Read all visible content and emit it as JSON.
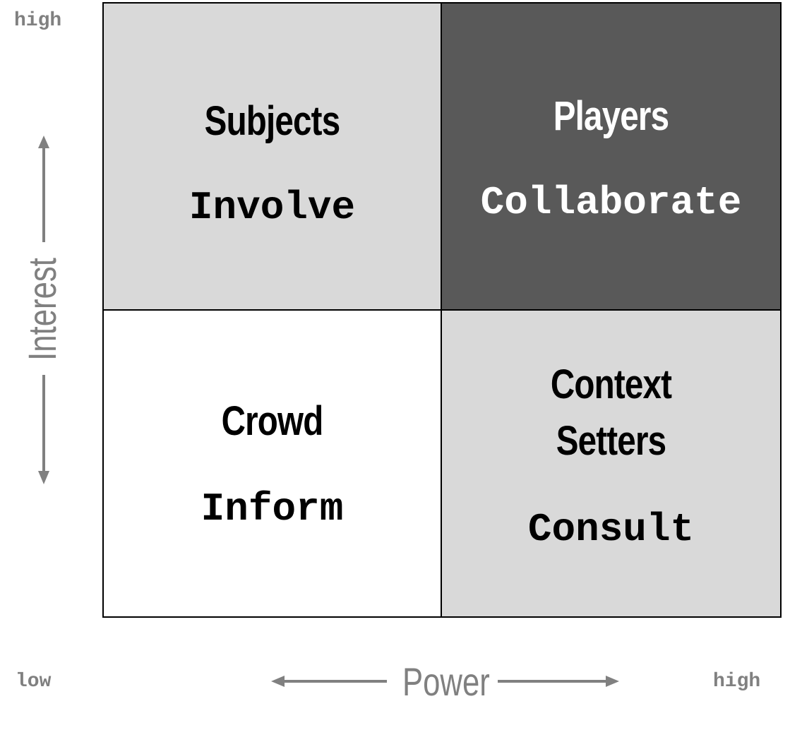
{
  "axes": {
    "y_label": "Interest",
    "y_high": "high",
    "x_label": "Power",
    "x_low": "low",
    "x_high": "high"
  },
  "quadrants": {
    "top_left": {
      "title": "Subjects",
      "action": "Involve"
    },
    "top_right": {
      "title": "Players",
      "action": "Collaborate"
    },
    "bottom_left": {
      "title": "Crowd",
      "action": "Inform"
    },
    "bottom_right": {
      "title": "Context Setters",
      "title_line1": "Context",
      "title_line2": "Setters",
      "action": "Consult"
    }
  },
  "colors": {
    "low_low": "#ffffff",
    "mid": "#d9d9d9",
    "high_high": "#595959",
    "axis": "#808080",
    "border": "#000000"
  }
}
